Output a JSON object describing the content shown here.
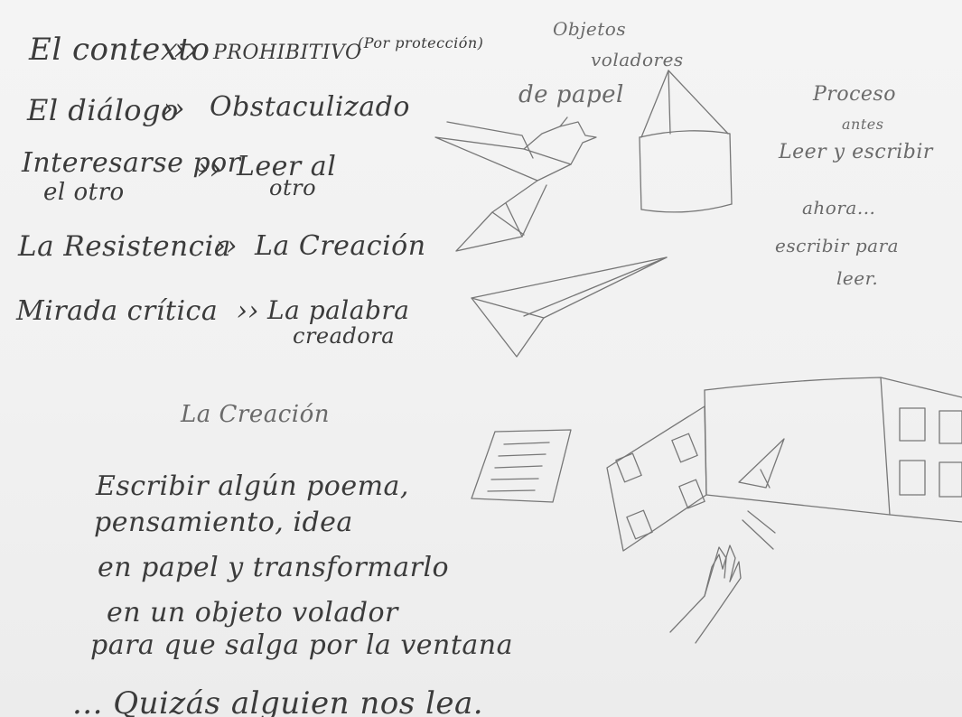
{
  "left_column": {
    "row1": {
      "left": "El contexto",
      "sep": "››",
      "right": "PROHIBITIVO",
      "note": "(Por protección)"
    },
    "row2": {
      "left": "El diálogo",
      "sep": "››",
      "right": "Obstaculizado"
    },
    "row3": {
      "left_line1": "Interesarse por",
      "left_line2": "el otro",
      "sep": "››",
      "right_line1": "Leer al",
      "right_line2": "otro"
    },
    "row4": {
      "left": "La Resistencia",
      "sep": "››",
      "right": "La Creación"
    },
    "row5": {
      "left": "Mirada crítica",
      "sep": "››",
      "right_line1": "La palabra",
      "right_line2": "creadora"
    }
  },
  "top_center": {
    "line1": "Objetos",
    "line2": "voladores",
    "line3": "de papel"
  },
  "right_notes": {
    "proceso": "Proceso",
    "antes": "antes",
    "leer_escribir": "Leer y escribir",
    "ahora": "ahora...",
    "escribir_para": "escribir para",
    "leer": "leer."
  },
  "creation": {
    "heading": "La Creación",
    "lines": [
      "Escribir algún poema,",
      "pensamiento, idea",
      "en papel y transformarlo",
      "en un objeto volador",
      "para que salga por la ventana"
    ],
    "closing": "... Quizás alguien nos lea."
  },
  "icons": {
    "bird": "origami-bird-icon",
    "house": "paper-house-icon",
    "plane": "paper-airplane-icon",
    "note": "paper-sheet-icon",
    "building": "building-window-icon",
    "hand": "hand-icon"
  }
}
